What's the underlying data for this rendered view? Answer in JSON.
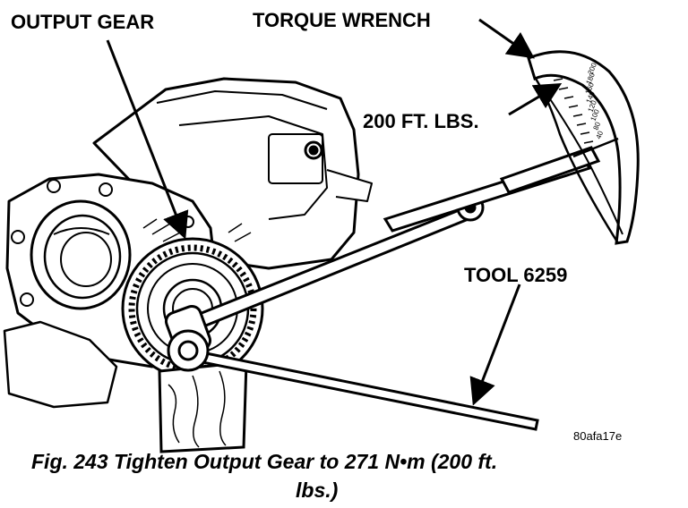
{
  "labels": {
    "output_gear": "OUTPUT GEAR",
    "torque_wrench": "TORQUE WRENCH",
    "torque_value": "200 FT. LBS.",
    "tool": "TOOL 6259",
    "figure_code": "80afa17e"
  },
  "scale": {
    "ticks": [
      "200",
      "180",
      "160",
      "140",
      "120",
      "100",
      "80",
      "40"
    ]
  },
  "caption": {
    "line1": "Fig. 243 Tighten Output Gear to 271 N•m (200 ft.",
    "line2": "lbs.)"
  }
}
